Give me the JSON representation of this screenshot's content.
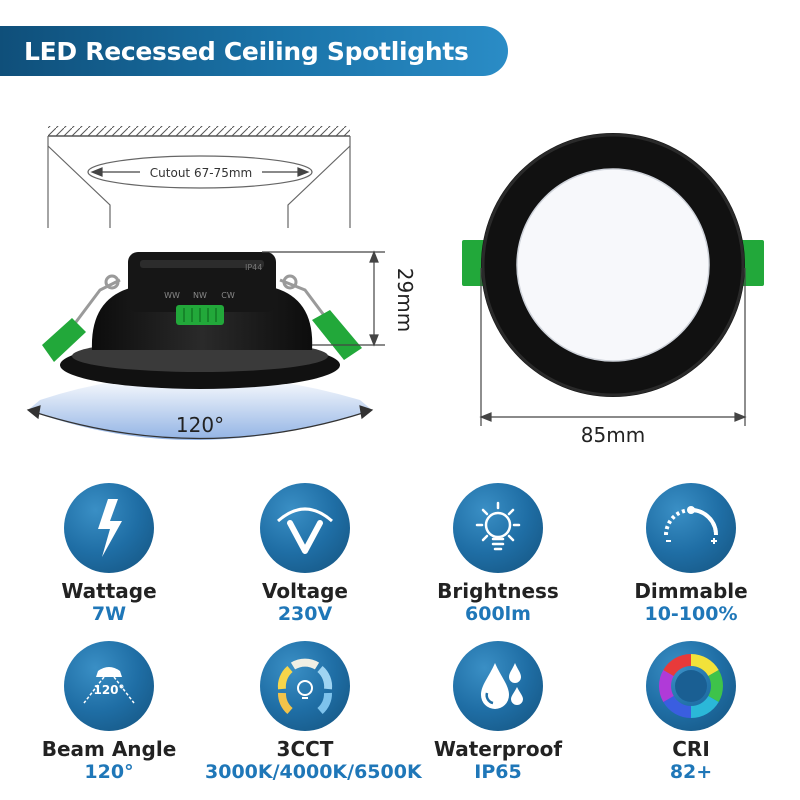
{
  "title": "LED Recessed Ceiling Spotlights",
  "diagram": {
    "cutout_label": "Cutout 67-75mm",
    "height_label": "29mm",
    "angle_label": "120°",
    "width_label": "85mm",
    "cct_labels": [
      "WW",
      "NW",
      "CW"
    ],
    "housing_marks": "IP44"
  },
  "features": [
    {
      "name": "Wattage",
      "value": "7W",
      "icon": "lightning-icon"
    },
    {
      "name": "Voltage",
      "value": "230V",
      "icon": "voltage-icon"
    },
    {
      "name": "Brightness",
      "value": "600lm",
      "icon": "bulb-icon"
    },
    {
      "name": "Dimmable",
      "value": "10-100%",
      "icon": "dimmer-icon"
    },
    {
      "name": "Beam Angle",
      "value": "120°",
      "icon": "beam-angle-icon",
      "icon_text": "120°"
    },
    {
      "name": "3CCT",
      "value": "3000K/4000K/6500K",
      "icon": "color-temperature-icon"
    },
    {
      "name": "Waterproof",
      "value": "IP65",
      "icon": "water-drops-icon"
    },
    {
      "name": "CRI",
      "value": "82+",
      "icon": "color-wheel-icon"
    }
  ],
  "colors": {
    "accent": "#1f77b8",
    "banner": "#1a73a8",
    "clip_green": "#22a83a",
    "light_blue": "#8fb3e6"
  }
}
